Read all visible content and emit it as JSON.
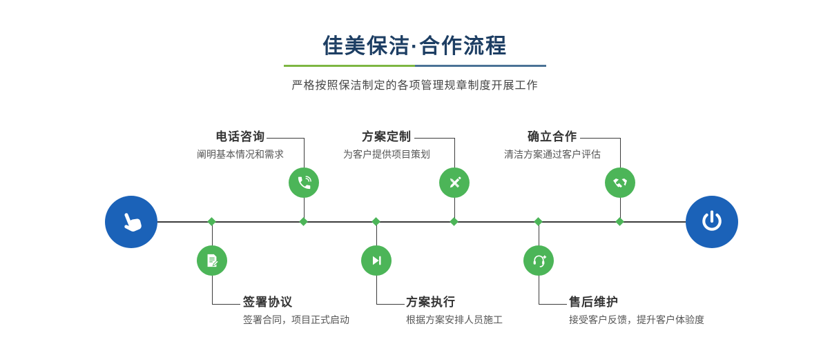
{
  "header": {
    "title": "佳美保洁·合作流程",
    "subtitle": "严格按照保洁制定的各项管理规章制度开展工作"
  },
  "colors": {
    "title_navy": "#1d3e63",
    "node_green": "#4cb558",
    "endpoint_blue": "#1b62b8",
    "divider_green": "#7db642",
    "divider_blue": "#4a7296",
    "line_dark": "#3b3b3b"
  },
  "timeline": {
    "start_icon": "hand-pointer-icon",
    "end_icon": "power-icon",
    "steps_top": [
      {
        "title": "电话咨询",
        "desc": "阐明基本情况和需求",
        "icon": "phone-icon"
      },
      {
        "title": "方案定制",
        "desc": "为客户提供项目策划",
        "icon": "design-icon"
      },
      {
        "title": "确立合作",
        "desc": "清洁方案通过客户评估",
        "icon": "handshake-icon"
      }
    ],
    "steps_bottom": [
      {
        "title": "签署协议",
        "desc": "签署合同，项目正式启动",
        "icon": "contract-icon"
      },
      {
        "title": "方案执行",
        "desc": "根据方案安排人员施工",
        "icon": "play-icon"
      },
      {
        "title": "售后维护",
        "desc": "接受客户反馈，提升客户体验度",
        "icon": "headset-icon"
      }
    ]
  }
}
